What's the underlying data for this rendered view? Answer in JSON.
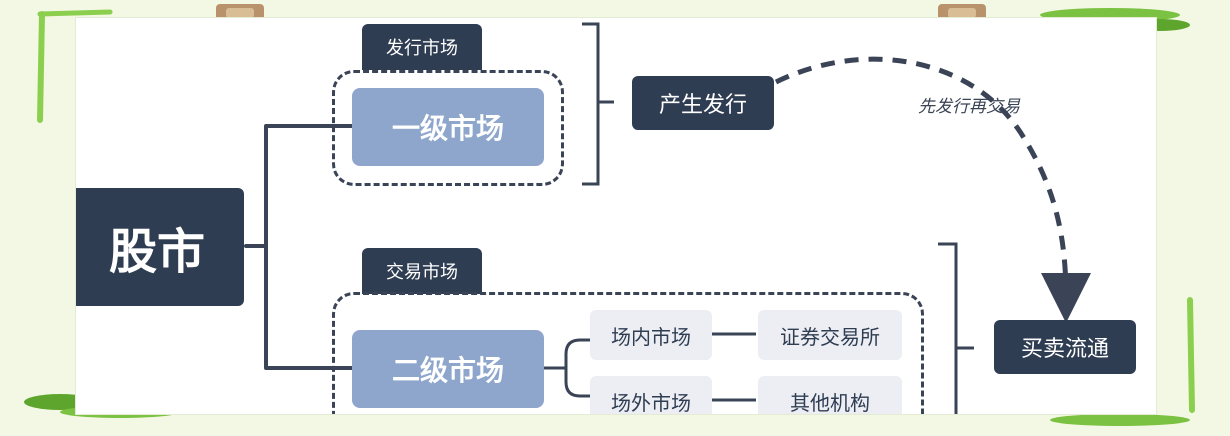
{
  "root": {
    "label": "股市"
  },
  "primary": {
    "tab": "发行市场",
    "box": "一级市场",
    "result": "产生发行"
  },
  "secondary": {
    "tab": "交易市场",
    "box": "二级市场",
    "branches": [
      {
        "market": "场内市场",
        "venue": "证券交易所"
      },
      {
        "market": "场外市场",
        "venue": "其他机构"
      }
    ],
    "result": "买卖流通"
  },
  "flow_label": "先发行再交易",
  "colors": {
    "dark_node": "#2f3d52",
    "blue_node": "#8ea6cc",
    "light_node": "#eceef3",
    "frame_bg": "#f3f8e4",
    "leaf_green": "#7cc242"
  }
}
